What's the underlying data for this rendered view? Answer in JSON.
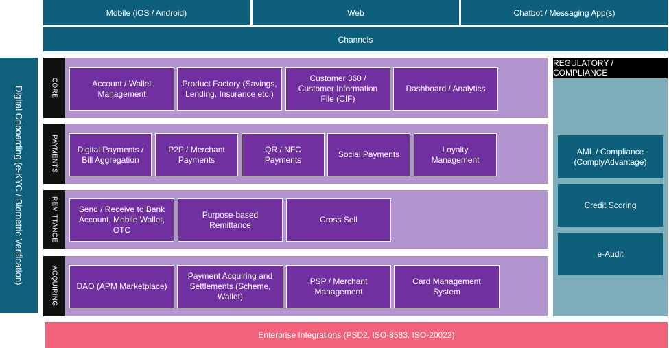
{
  "channels": {
    "items": [
      "Mobile (iOS / Android)",
      "Web",
      "Chatbot / Messaging App(s)"
    ],
    "label": "Channels"
  },
  "onboarding": {
    "label": "Digital Onboarding (e-KYC / Biometric Verification)"
  },
  "layers": {
    "core": {
      "tab": "CORE",
      "boxes": [
        "Account / Wallet\nManagement",
        "Product Factory (Savings,\nLending, Insurance etc.)",
        "Customer 360 /\nCustomer Information\nFile (CIF)",
        "Dashboard / Analytics"
      ]
    },
    "payments": {
      "tab": "PAYMENTS",
      "boxes": [
        "Digital Payments /\nBill Aggregation",
        "P2P / Merchant\nPayments",
        "QR / NFC\nPayments",
        "Social Payments",
        "Loyalty\nManagement"
      ]
    },
    "remittance": {
      "tab": "REMITTANCE",
      "boxes": [
        "Send / Receive to Bank\nAccount, Mobile Wallet,\nOTC",
        "Purpose-based\nRemittance",
        "Cross Sell"
      ]
    },
    "acquiring": {
      "tab": "ACQUIRING",
      "boxes": [
        "DAO (APM Marketplace)",
        "Payment Acquiring and\nSettlements (Scheme,\nWallet)",
        "PSP / Merchant\nManagement",
        "Card Management\nSystem"
      ]
    }
  },
  "regulatory": {
    "header": "REGULATORY / COMPLIANCE",
    "boxes": [
      "AML / Compliance\n(ComplyAdvantage)",
      "Credit Scoring",
      "e-Audit"
    ]
  },
  "footer": {
    "label": "Enterprise Integrations (PSD2, ISO-8583, ISO-20022)"
  }
}
